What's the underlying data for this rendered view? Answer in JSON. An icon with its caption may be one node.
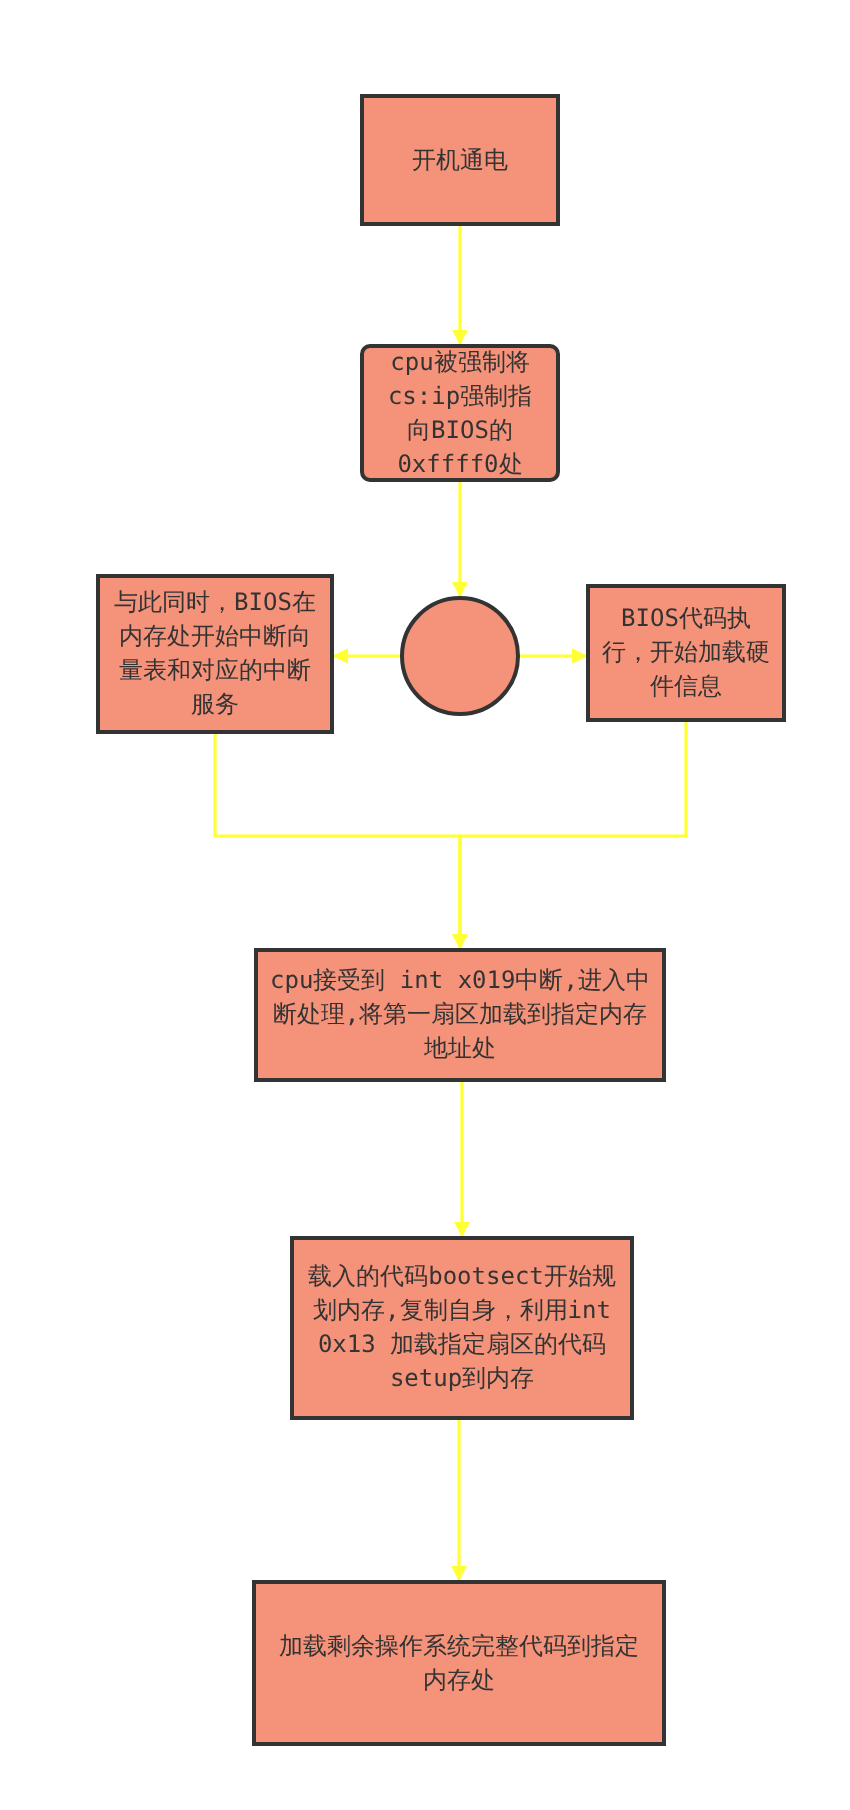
{
  "diagram": {
    "nodes": [
      {
        "text": [
          "开机通电"
        ]
      },
      {
        "text": [
          "cpu被强制将cs:ip强制指向BIOS的0xffff0处"
        ]
      },
      {
        "text": [],
        "shape": "circle"
      },
      {
        "text": [
          "与此同时，BIOS在内存处开始中断向量表和对应的中断服务"
        ]
      },
      {
        "text": [
          "BIOS代码执行，开始加载硬件信息"
        ]
      },
      {
        "text": [
          "cpu接受到    int x019中断,进入中断处理,将第一扇区加载到指定内存地址处"
        ]
      },
      {
        "text": [
          "载入的代码bootsect开始规划内存,复制自身，利用int 0x13 加载指定扇区的代码setup到内存"
        ]
      },
      {
        "text": [
          "加载剩余操作系统完整代码到指定内存处"
        ]
      }
    ],
    "edges": [
      {
        "from": 0,
        "to": 1,
        "arrow": "to"
      },
      {
        "from": 1,
        "to": 2,
        "arrow": "to"
      },
      {
        "from": 2,
        "to": 3,
        "arrow": "to"
      },
      {
        "from": 2,
        "to": 4,
        "arrow": "to"
      },
      {
        "from": 3,
        "to": 5,
        "arrow": "to"
      },
      {
        "from": 4,
        "to": 5,
        "arrow": "to"
      },
      {
        "from": 5,
        "to": 6,
        "arrow": "to"
      },
      {
        "from": 6,
        "to": 7,
        "arrow": "to"
      }
    ]
  }
}
